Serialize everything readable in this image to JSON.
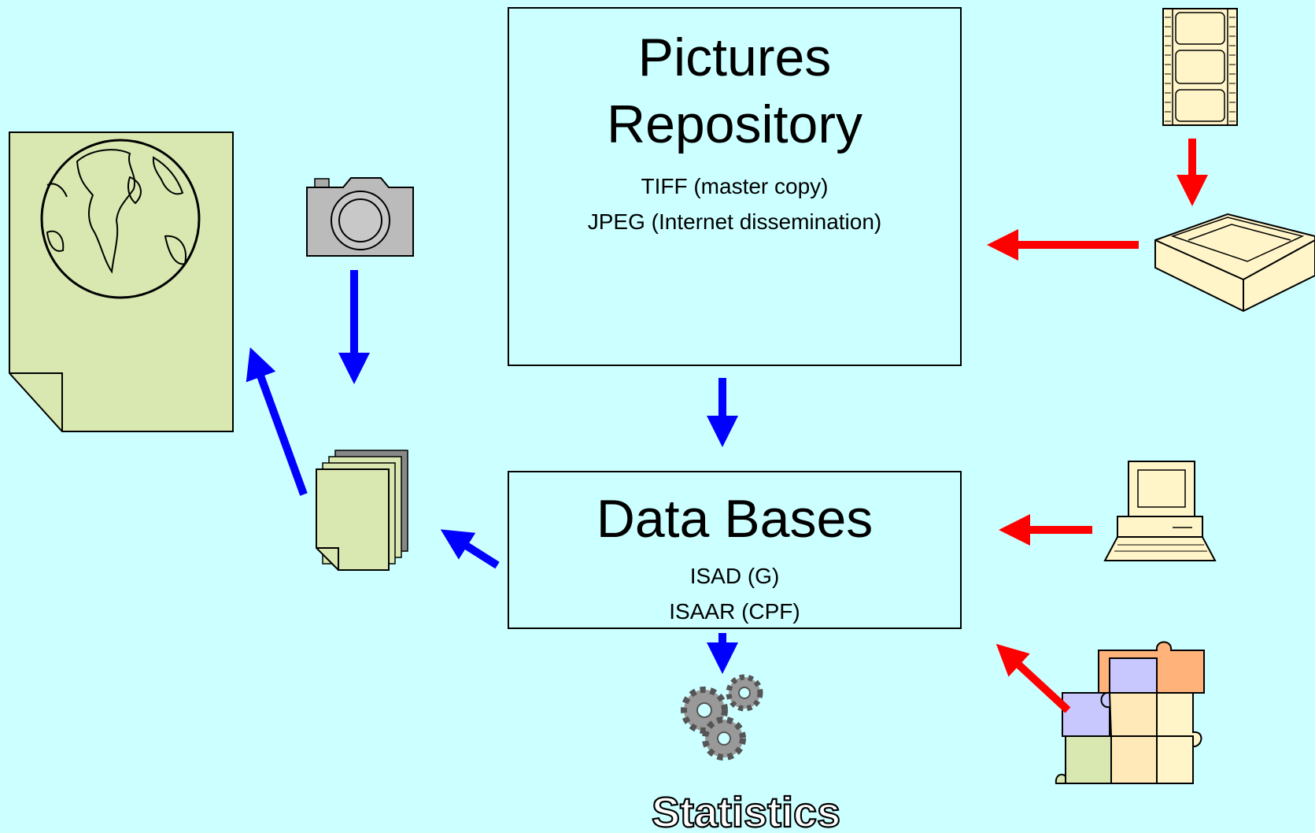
{
  "repository": {
    "title_line1": "Pictures",
    "title_line2": "Repository",
    "formats": [
      "TIFF (master copy)",
      "JPEG (Internet dissemination)"
    ]
  },
  "databases": {
    "title": "Data Bases",
    "standards": [
      "ISAD (G)",
      "ISAAR (CPF)"
    ]
  },
  "statistics_label": "Statistics",
  "icons": {
    "globe_document": "globe-document-icon",
    "camera": "camera-icon",
    "documents_stack": "documents-stack-icon",
    "film_strip": "film-strip-icon",
    "scanner": "scanner-icon",
    "computer": "computer-icon",
    "puzzle": "puzzle-icon",
    "gears": "gears-icon"
  },
  "colors": {
    "background": "#ccffff",
    "blue_arrow": "#0000ff",
    "red_arrow": "#ff0000",
    "paper_green": "#d9e8b0"
  }
}
